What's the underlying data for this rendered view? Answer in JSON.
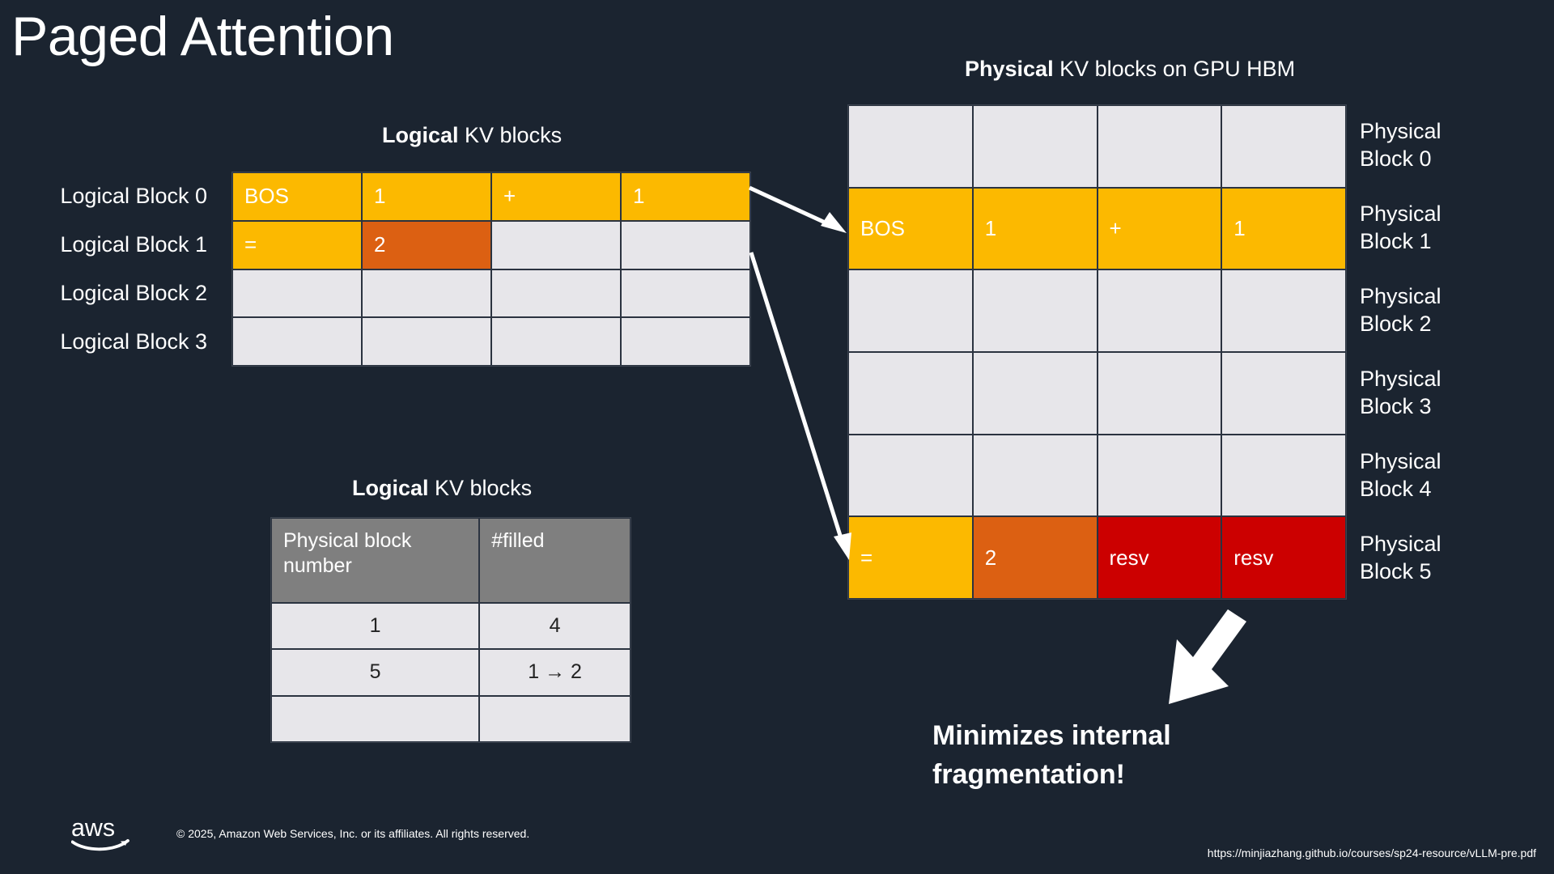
{
  "slide": {
    "title": "Paged Attention",
    "background_color": "#1b2430"
  },
  "colors": {
    "yellow": "#fcb900",
    "orange": "#dc6012",
    "red": "#cc0000",
    "empty": "#e7e6ea",
    "header_gray": "#7f7f7f",
    "background": "#1b2430"
  },
  "logical_section": {
    "caption_bold": "Logical",
    "caption_rest": " KV blocks",
    "row_labels": [
      "Logical Block 0",
      "Logical Block 1",
      "Logical Block 2",
      "Logical Block 3"
    ],
    "cells": [
      [
        {
          "text": "BOS",
          "state": "yellow"
        },
        {
          "text": "1",
          "state": "yellow"
        },
        {
          "text": "+",
          "state": "yellow"
        },
        {
          "text": "1",
          "state": "yellow"
        }
      ],
      [
        {
          "text": "=",
          "state": "yellow"
        },
        {
          "text": "2",
          "state": "orange"
        },
        {
          "text": "",
          "state": "empty"
        },
        {
          "text": "",
          "state": "empty"
        }
      ],
      [
        {
          "text": "",
          "state": "empty"
        },
        {
          "text": "",
          "state": "empty"
        },
        {
          "text": "",
          "state": "empty"
        },
        {
          "text": "",
          "state": "empty"
        }
      ],
      [
        {
          "text": "",
          "state": "empty"
        },
        {
          "text": "",
          "state": "empty"
        },
        {
          "text": "",
          "state": "empty"
        },
        {
          "text": "",
          "state": "empty"
        }
      ]
    ]
  },
  "block_table_section": {
    "caption_bold": "Logical",
    "caption_rest": " KV blocks",
    "headers": [
      "Physical block number",
      "#filled"
    ],
    "rows": [
      {
        "physical_block_number": "1",
        "filled": "4"
      },
      {
        "physical_block_number": "5",
        "filled": "1 → 2"
      },
      {
        "physical_block_number": "",
        "filled": ""
      }
    ]
  },
  "physical_section": {
    "caption_bold": "Physical",
    "caption_rest": " KV blocks on GPU HBM",
    "row_labels": [
      {
        "line1": "Physical",
        "line2": "Block 0"
      },
      {
        "line1": "Physical",
        "line2": "Block 1"
      },
      {
        "line1": "Physical",
        "line2": "Block 2"
      },
      {
        "line1": "Physical",
        "line2": "Block 3"
      },
      {
        "line1": "Physical",
        "line2": "Block 4"
      },
      {
        "line1": "Physical",
        "line2": "Block 5"
      }
    ],
    "cells": [
      [
        {
          "text": "",
          "state": "empty"
        },
        {
          "text": "",
          "state": "empty"
        },
        {
          "text": "",
          "state": "empty"
        },
        {
          "text": "",
          "state": "empty"
        }
      ],
      [
        {
          "text": "BOS",
          "state": "yellow"
        },
        {
          "text": "1",
          "state": "yellow"
        },
        {
          "text": "+",
          "state": "yellow"
        },
        {
          "text": "1",
          "state": "yellow"
        }
      ],
      [
        {
          "text": "",
          "state": "empty"
        },
        {
          "text": "",
          "state": "empty"
        },
        {
          "text": "",
          "state": "empty"
        },
        {
          "text": "",
          "state": "empty"
        }
      ],
      [
        {
          "text": "",
          "state": "empty"
        },
        {
          "text": "",
          "state": "empty"
        },
        {
          "text": "",
          "state": "empty"
        },
        {
          "text": "",
          "state": "empty"
        }
      ],
      [
        {
          "text": "",
          "state": "empty"
        },
        {
          "text": "",
          "state": "empty"
        },
        {
          "text": "",
          "state": "empty"
        },
        {
          "text": "",
          "state": "empty"
        }
      ],
      [
        {
          "text": "=",
          "state": "yellow"
        },
        {
          "text": "2",
          "state": "orange"
        },
        {
          "text": "resv",
          "state": "red"
        },
        {
          "text": "resv",
          "state": "red"
        }
      ]
    ]
  },
  "conclusion": {
    "line1": "Minimizes internal",
    "line2": "fragmentation!"
  },
  "footer": {
    "copyright": "© 2025, Amazon Web Services, Inc. or its affiliates. All rights reserved.",
    "source_url": "https://minjiazhang.github.io/courses/sp24-resource/vLLM-pre.pdf",
    "logo_alt": "aws"
  }
}
